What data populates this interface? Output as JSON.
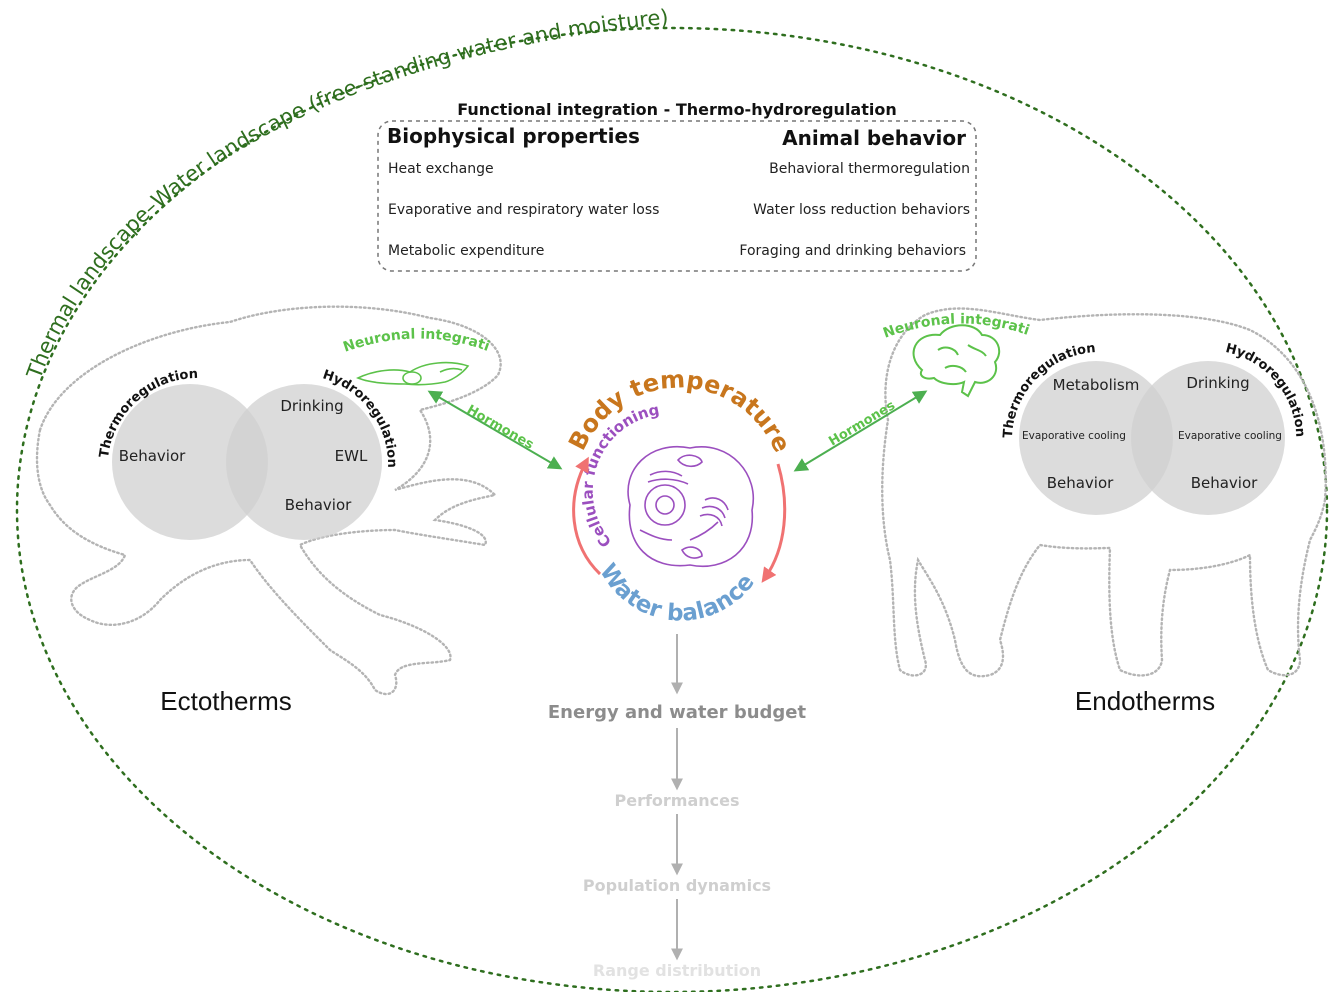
{
  "landscape_label": "Thermal landscape–Water landscape (free-standing water and moisture)",
  "integration_box": {
    "title": "Functional integration - Thermo-hydroregulation",
    "left_heading": "Biophysical properties",
    "right_heading": "Animal behavior",
    "left_items": [
      "Heat exchange",
      "Evaporative and respiratory water loss",
      "Metabolic expenditure"
    ],
    "right_items": [
      "Behavioral thermoregulation",
      "Water loss reduction behaviors",
      "Foraging and drinking behaviors"
    ]
  },
  "ectotherms": {
    "label": "Ectotherms",
    "neuronal_label": "Neuronal integration",
    "hormones_label": "Hormones",
    "thermo_label": "Thermoregulation",
    "hydro_label": "Hydroregulation",
    "thermo_items": [
      "Behavior"
    ],
    "hydro_items": [
      "Drinking",
      "EWL",
      "Behavior"
    ]
  },
  "endotherms": {
    "label": "Endotherms",
    "neuronal_label": "Neuronal integration",
    "hormones_label": "Hormones",
    "thermo_label": "Thermoregulation",
    "hydro_label": "Hydroregulation",
    "thermo_items": [
      "Metabolism",
      "Evaporative cooling",
      "Behavior"
    ],
    "hydro_items": [
      "Drinking",
      "Evaporative cooling",
      "Behavior"
    ]
  },
  "center": {
    "body_temperature": "Body temperature",
    "cellular_functioning": "Cellular functioning",
    "water_balance": "Water balance"
  },
  "cascade": [
    "Energy and water budget",
    "Performances",
    "Population dynamics",
    "Range distribution"
  ],
  "colors": {
    "landscape": "#2e6e1e",
    "neuronal": "#5cc24a",
    "hormone_arrow": "#4caf50",
    "body_temperature": "#c8761d",
    "cellular": "#9b4fbf",
    "water_balance": "#6a9fd0",
    "cycle_arrow": "#f07272",
    "venn_fill": "#d0d0d0",
    "silhouette": "#b4b4b4",
    "cascade_arrow": "#b0b0b0"
  }
}
